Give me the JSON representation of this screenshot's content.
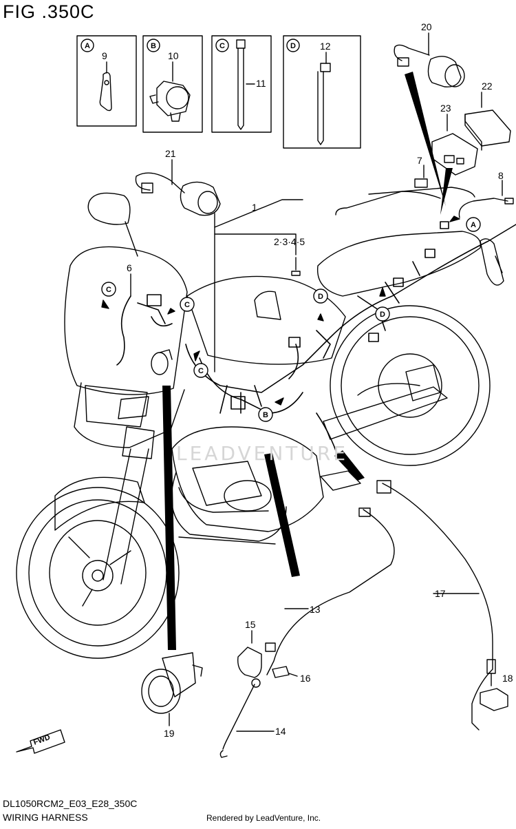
{
  "figure": {
    "title": "FIG .350C"
  },
  "insets": [
    {
      "letter": "A",
      "part": "9"
    },
    {
      "letter": "B",
      "part": "10"
    },
    {
      "letter": "C",
      "part": "11"
    },
    {
      "letter": "D",
      "part": "12"
    }
  ],
  "callouts": {
    "p1": "1",
    "p2345": "2·3·4·5",
    "p6": "6",
    "p7": "7",
    "p8": "8",
    "p13": "13",
    "p14": "14",
    "p15": "15",
    "p16": "16",
    "p17": "17",
    "p18": "18",
    "p19": "19",
    "p20": "20",
    "p21": "21",
    "p22": "22",
    "p23": "23"
  },
  "view_markers": {
    "a": "A",
    "b": "B",
    "c": "C",
    "d": "D"
  },
  "fwd_label": "FWD",
  "watermark": "LEADVENTURE",
  "footer": {
    "code": "DL1050RCM2_E03_E28_350C",
    "title": "WIRING HARNESS",
    "rendered_by": "Rendered by LeadVenture, Inc."
  }
}
